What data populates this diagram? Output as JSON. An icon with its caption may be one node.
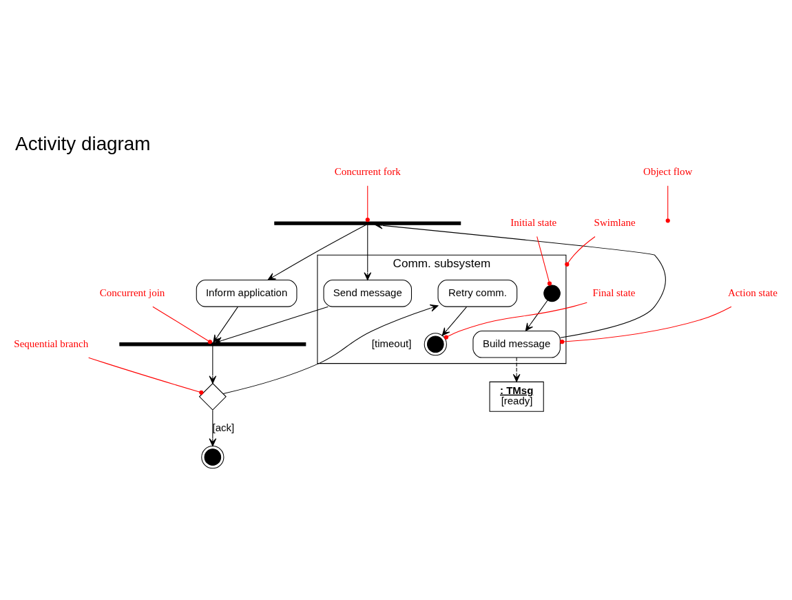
{
  "diagram": {
    "title": "Activity diagram",
    "nodes": [
      {
        "text": [
          "Comm. subsystem"
        ]
      },
      {
        "text": [],
        "shape": "circle",
        "in": 0
      },
      {
        "text": [
          ": TMsg",
          "[ready]"
        ]
      },
      {
        "text": [
          "Build message"
        ],
        "in": 0
      },
      {
        "text": [],
        "shape": "bar"
      },
      {
        "text": [
          "Inform application"
        ]
      },
      {
        "text": [
          "Send message"
        ],
        "in": 0
      },
      {
        "text": [],
        "shape": "bar"
      },
      {
        "text": [],
        "shape": "diamond"
      },
      {
        "text": [
          "Retry comm."
        ],
        "in": 0
      },
      {
        "text": [],
        "shape": "circle"
      },
      {
        "text": [],
        "shape": "circle",
        "in": 0
      },
      {
        "text": [
          "Object flow"
        ]
      },
      {
        "text": [
          "Initial state"
        ]
      },
      {
        "text": [
          "Action state"
        ]
      },
      {
        "text": [
          "Concurrent fork"
        ]
      },
      {
        "text": [
          "Swimlane"
        ]
      },
      {
        "text": [
          "Concurrent join"
        ]
      },
      {
        "text": [
          "Sequential branch"
        ]
      },
      {
        "text": [
          "Final state"
        ]
      }
    ],
    "edges": [
      {
        "from": 1,
        "to": 3,
        "arrow": "to"
      },
      {
        "from": 3,
        "to": 2,
        "arrow": "to",
        "style": "dashed"
      },
      {
        "from": 3,
        "to": 4,
        "arrow": "to"
      },
      {
        "from": 4,
        "to": 5,
        "arrow": "to"
      },
      {
        "from": 4,
        "to": 6,
        "arrow": "to"
      },
      {
        "from": 5,
        "to": 7,
        "arrow": "to"
      },
      {
        "from": 6,
        "to": 7,
        "arrow": "to"
      },
      {
        "from": 7,
        "to": 8,
        "arrow": "to"
      },
      {
        "from": 8,
        "to": 9,
        "arrow": "to",
        "label": "[timeout]"
      },
      {
        "from": 8,
        "to": 10,
        "arrow": "to",
        "label": "[ack]"
      },
      {
        "from": 9,
        "to": 11,
        "arrow": "to"
      },
      {
        "from": 12,
        "to": null,
        "arrow": "other",
        "color": "#ff0000"
      },
      {
        "from": 13,
        "to": 1,
        "arrow": "other",
        "color": "#ff0000"
      },
      {
        "from": 14,
        "to": 3,
        "arrow": "other",
        "color": "#ff0000"
      },
      {
        "from": 15,
        "to": 4,
        "arrow": "other",
        "color": "#ff0000"
      },
      {
        "from": 16,
        "to": 0,
        "arrow": "other",
        "color": "#ff0000"
      },
      {
        "from": 17,
        "to": 7,
        "arrow": "other",
        "color": "#ff0000"
      },
      {
        "from": 18,
        "to": 8,
        "arrow": "other",
        "color": "#ff0000"
      },
      {
        "from": 19,
        "to": 11,
        "arrow": "other",
        "color": "#ff0000"
      }
    ]
  }
}
